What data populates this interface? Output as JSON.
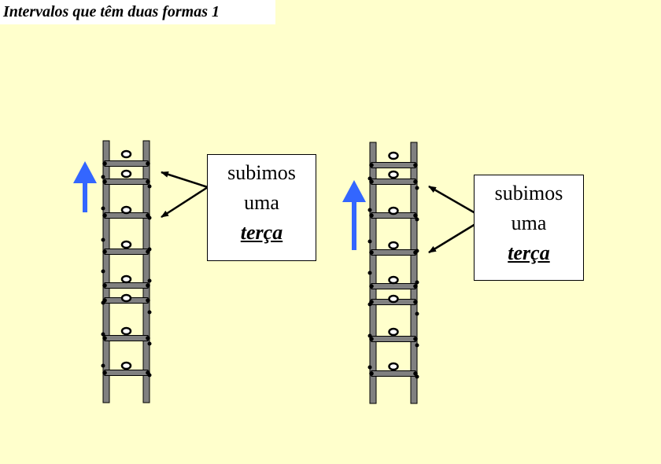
{
  "title": "Intervalos que têm duas formas 1",
  "colors": {
    "background": "#FFFFCC",
    "ladder_rail": "#808080",
    "arrow_up": "#3366FF",
    "pointer": "#000000"
  },
  "ladders": [
    {
      "label": {
        "line1": "subimos",
        "line2": "uma",
        "line3": "terça"
      },
      "icon": "ladder-icon"
    },
    {
      "label": {
        "line1": "subimos",
        "line2": "uma",
        "line3": "terça"
      },
      "icon": "ladder-icon"
    }
  ]
}
